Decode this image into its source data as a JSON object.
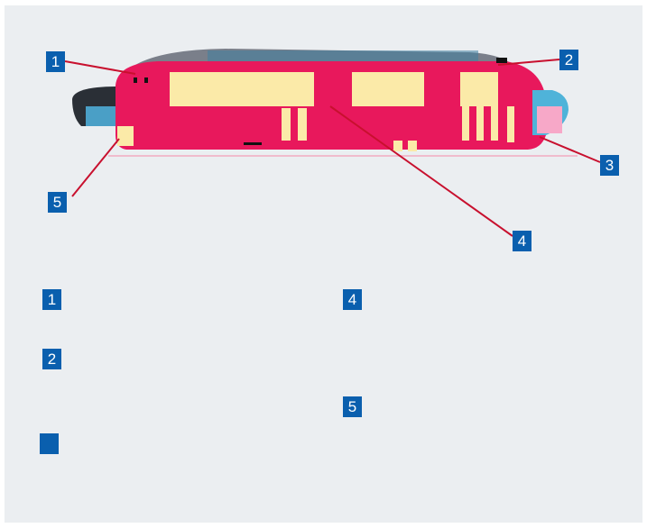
{
  "colors": {
    "background": "#ebeef1",
    "badge": "#0a5fae",
    "badge_text": "#ffffff",
    "leader_line": "#c8102e",
    "train_body": "#e8185c",
    "train_windows": "#fbeaa8"
  },
  "diagram": {
    "subject": "train-side-view",
    "callouts": [
      "1",
      "2",
      "3",
      "4",
      "5"
    ]
  },
  "legend": [
    {
      "number": "1",
      "text": ""
    },
    {
      "number": "2",
      "text": ""
    },
    {
      "number": "",
      "text": ""
    },
    {
      "number": "4",
      "text": ""
    },
    {
      "number": "5",
      "text": ""
    }
  ]
}
